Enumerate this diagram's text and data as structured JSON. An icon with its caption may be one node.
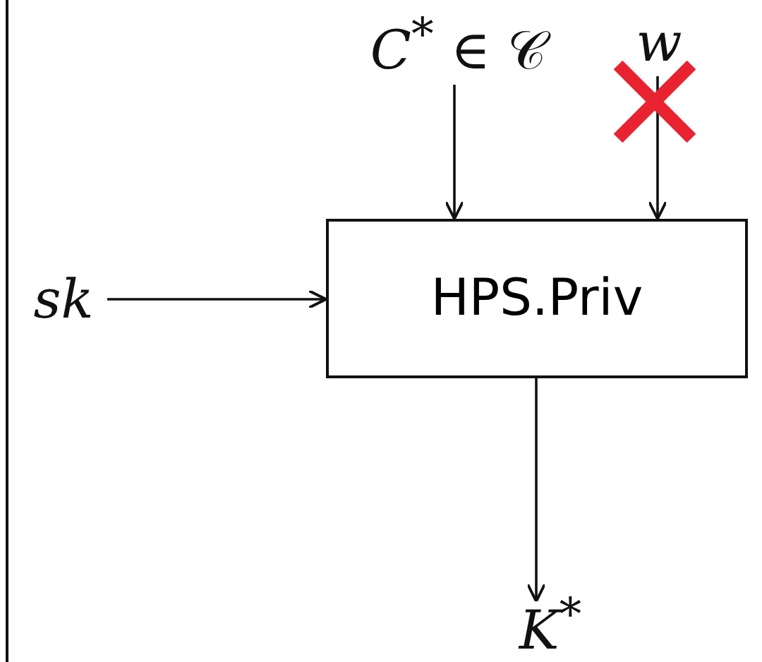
{
  "diagram": {
    "nodes": [
      {
        "text": [
          "*C*$^{*}$ ∈ 𝒞"
        ]
      },
      {
        "text": [
          "*w*"
        ]
      },
      {
        "text": [
          "HPS.Priv"
        ]
      },
      {
        "text": [
          "*sk*"
        ]
      },
      {
        "text": [
          "*K*$^{*}$"
        ]
      }
    ],
    "edges": [
      {
        "from": 0,
        "to": 2,
        "arrow": "to"
      },
      {
        "from": 1,
        "to": 2,
        "arrow": "to"
      },
      {
        "from": 3,
        "to": 2,
        "arrow": "to"
      },
      {
        "from": 2,
        "to": 4,
        "arrow": "to"
      }
    ]
  }
}
